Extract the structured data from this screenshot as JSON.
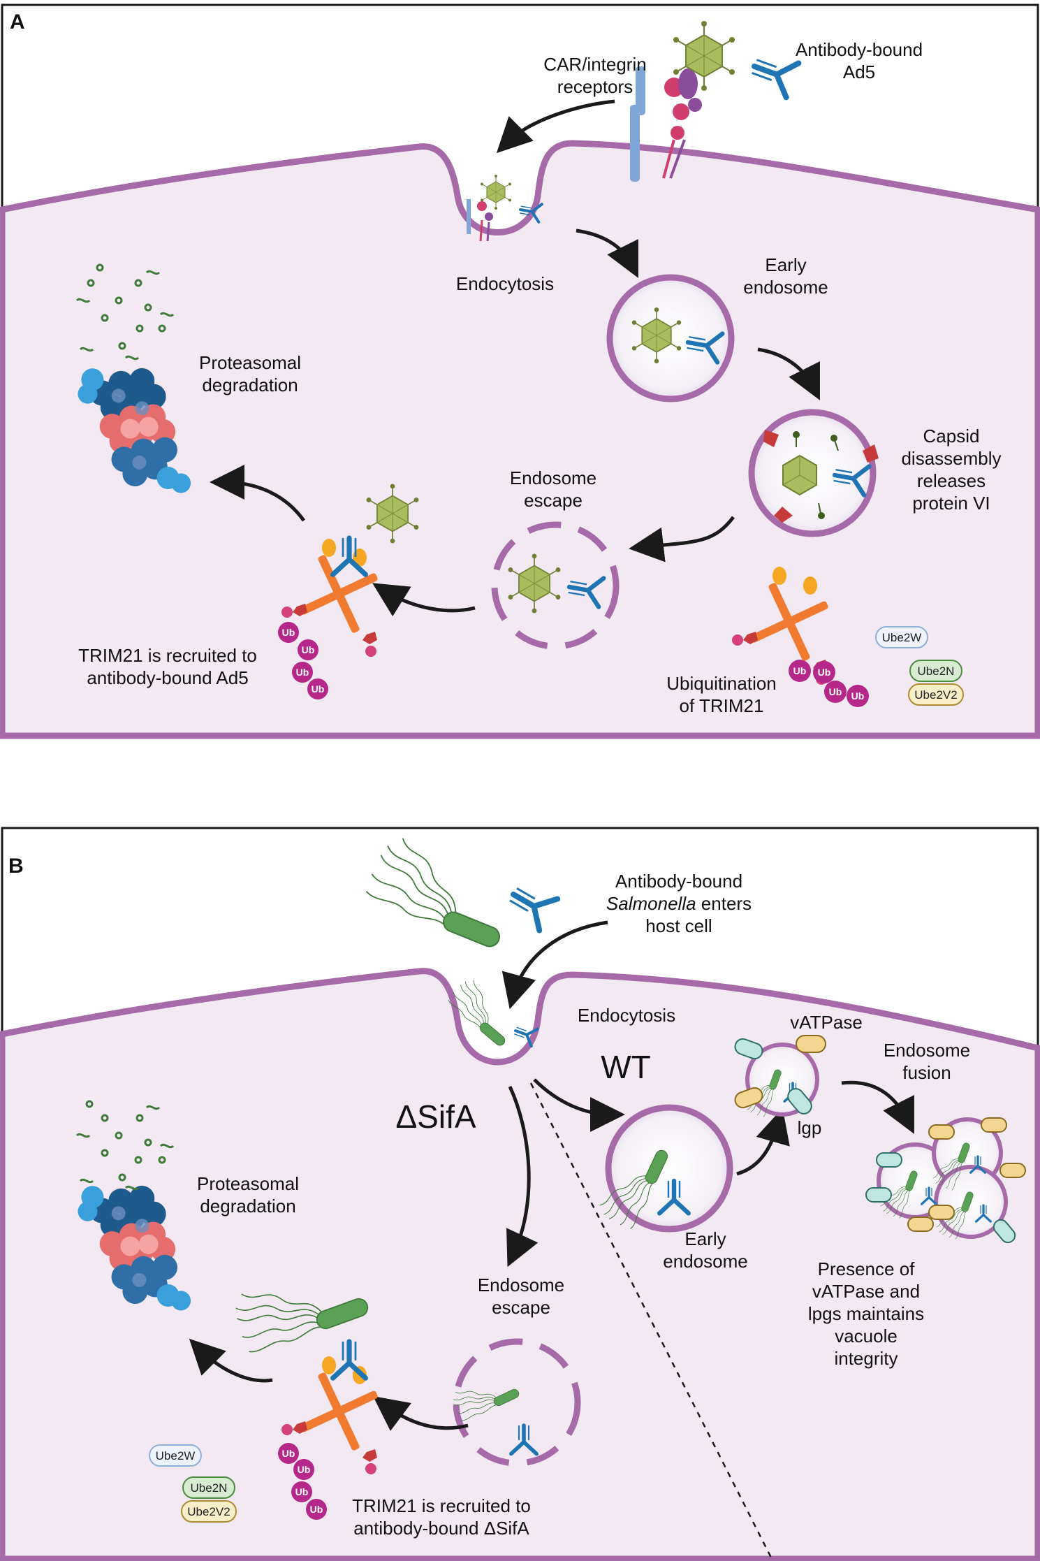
{
  "panel_a": {
    "letter": "A",
    "receptors": [
      "CAR/integrin",
      "receptors"
    ],
    "antibody_ad5": [
      "Antibody-bound",
      "Ad5"
    ],
    "endocytosis": "Endocytosis",
    "early_endosome": [
      "Early",
      "endosome"
    ],
    "capsid": [
      "Capsid",
      "disassembly",
      "releases",
      "protein VI"
    ],
    "endosome_escape": [
      "Endosome",
      "escape"
    ],
    "proteasomal": [
      "Proteasomal",
      "degradation"
    ],
    "trim21_recruited": [
      "TRIM21 is recruited to",
      "antibody-bound Ad5"
    ],
    "ubiquitination": [
      "Ubiquitination",
      "of TRIM21"
    ],
    "enzymes": [
      "Ube2W",
      "Ube2N",
      "Ube2V2"
    ],
    "ub": "Ub"
  },
  "panel_b": {
    "letter": "B",
    "salmonella": [
      "Antibody-bound",
      "Salmonella",
      "enters",
      "host cell"
    ],
    "endocytosis": "Endocytosis",
    "wt": "WT",
    "sifa": "ΔSifA",
    "vatpase": "vATPase",
    "lgp": "lgp",
    "endosome_fusion": [
      "Endosome",
      "fusion"
    ],
    "early_endosome": [
      "Early",
      "endosome"
    ],
    "proteasomal": [
      "Proteasomal",
      "degradation"
    ],
    "endosome_escape": [
      "Endosome",
      "escape"
    ],
    "presence": [
      "Presence of",
      "vATPase and",
      "lpgs maintains",
      "vacuole",
      "integrity"
    ],
    "trim21_recruited": [
      "TRIM21 is recruited to",
      "antibody-bound ΔSifA"
    ],
    "enzymes": [
      "Ube2W",
      "Ube2N",
      "Ube2V2"
    ],
    "ub": "Ub"
  },
  "colors": {
    "membrane": "#a56aa7",
    "cytoplasm": "#f3e9f3",
    "antibody": "#1f74b4",
    "capsid": "#a9bd5e",
    "trim21": "#f07a2f",
    "ub": "#b5288a",
    "bacterium": "#5aa055"
  }
}
